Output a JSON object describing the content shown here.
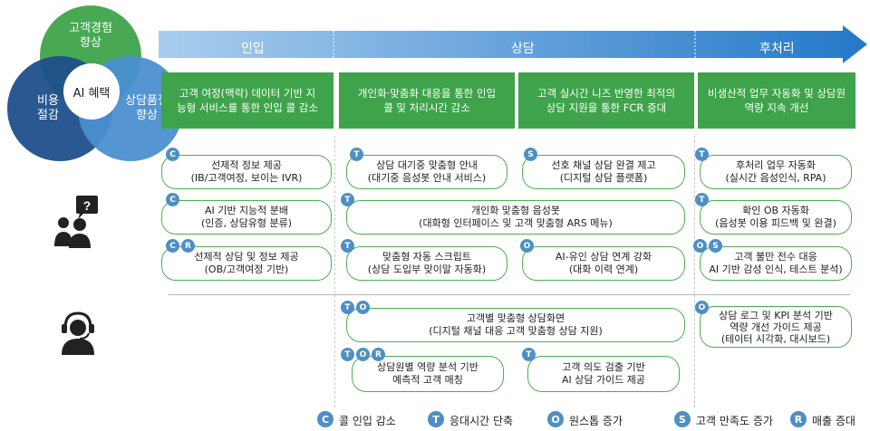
{
  "venn": {
    "top": "고객경험\n향상",
    "left": "비용\n절감",
    "right": "상담품질\n향상",
    "center": "AI 혜택"
  },
  "phases": [
    "인입",
    "상담",
    "후처리"
  ],
  "headers": [
    "고객 여정(맥락) 데이터 기반 지\n능형 서비스를 통한 인입 콜 감소",
    "개인화·맞춤화 대응을 통한 인입\n콜 및 처리시간 감소",
    "고객 실시간 니즈 반영한 최적의\n상담 지원을 통한 FCR 증대",
    "비생산적 업무 자동화 및 상담원\n역량 지속 개선"
  ],
  "items": [
    {
      "line1": "선제적 정보 제공",
      "line2": "(IB/고객여정, 보이는 IVR)",
      "badges": [
        "C"
      ]
    },
    {
      "line1": "AI 기반 지능적 분배",
      "line2": "(인증, 상담유형 분류)",
      "badges": [
        "C"
      ]
    },
    {
      "line1": "선제적 상담 및 정보 제공",
      "line2": "(OB/고객여정 기반)",
      "badges": [
        "C",
        "R"
      ]
    },
    {
      "line1": "상담 대기중 맞춤형 안내",
      "line2": "(대기중 음성봇 안내 서비스)",
      "badges": [
        "T"
      ]
    },
    {
      "line1": "선호 채널 상담 완결 제고",
      "line2": "(디지털 상담 플랫폼)",
      "badges": [
        "S"
      ]
    },
    {
      "line1": "개인화 맞춤형 음성봇",
      "line2": "(대화형 인터페이스 및 고객 맞춤형 ARS 메뉴)",
      "badges": [
        "T"
      ]
    },
    {
      "line1": "맞춤형 자동 스크립트",
      "line2": "(상담 도입부 맞이말 자동화)",
      "badges": [
        "T"
      ]
    },
    {
      "line1": "AI-유인 상담 연계 강화",
      "line2": "(대화 이력 연계)",
      "badges": [
        "O"
      ]
    },
    {
      "line1": "후처리 업무 자동화",
      "line2": "(실시간 음성인식, RPA)",
      "badges": [
        "T"
      ]
    },
    {
      "line1": "확인 OB 자동화",
      "line2": "(음성봇 이용 피드백 및 완결)",
      "badges": [
        "T"
      ]
    },
    {
      "line1": "고객 불만 전수 대응",
      "line2": "AI 기반 감성 인식, 테스트 분석)",
      "badges": [
        "O",
        "S"
      ]
    },
    {
      "line1": "고객별 맞춤형 상담화면",
      "line2": "(디지털 채널 대응 고객 맞춤형 상담 지원)",
      "badges": [
        "T",
        "O"
      ]
    },
    {
      "line1": "상담원별 역량 분석 기반",
      "line2": "예측적 고객 매칭",
      "badges": [
        "T",
        "O",
        "R"
      ]
    },
    {
      "line1": "고객 의도 검출 기반",
      "line2": "AI 상담 가이드 제공",
      "badges": [
        "T"
      ]
    },
    {
      "line1": "상담 로그 및 KPI 분석 기반",
      "line2": "역량 개선 가이드 제공",
      "line3": "(테이터 시각화, 대시보드)",
      "badges": [
        "O"
      ]
    }
  ],
  "legend": [
    {
      "badge": "C",
      "text": "콜 인입 감소"
    },
    {
      "badge": "T",
      "text": "응대시간 단축"
    },
    {
      "badge": "O",
      "text": "원스톱 증가"
    },
    {
      "badge": "S",
      "text": "고객 만족도 증가"
    },
    {
      "badge": "R",
      "text": "매출 증대"
    }
  ],
  "colors": {
    "venn_top": "#3ea34a",
    "venn_left": "#1f4f8a",
    "venn_right": "#4b8fd0",
    "header_green": "#3ea34a",
    "pill_border": "#4caf50",
    "badge_blue": "#4f8fc3",
    "arrow_start": "#a9cdef",
    "arrow_end": "#2378c8"
  },
  "icons": [
    "customer-question-icon",
    "agent-headset-icon"
  ]
}
